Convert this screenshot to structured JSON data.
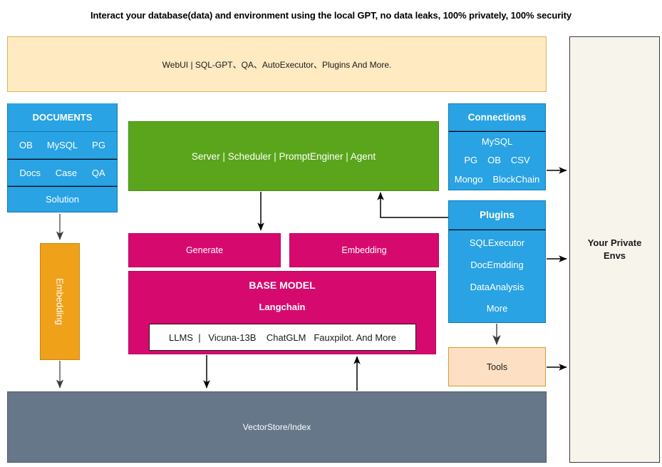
{
  "page": {
    "title": "Interact your database(data) and environment using the local GPT, no data leaks, 100% privately, 100% security"
  },
  "webui": {
    "label": "WebUI | SQL-GPT、QA、AutoExecutor、Plugins And More."
  },
  "private_envs": {
    "line1": "Your Private",
    "line2": "Envs"
  },
  "documents": {
    "header": "DOCUMENTS",
    "row_sources": [
      "OB",
      "MySQL",
      "PG"
    ],
    "row_types": [
      "Docs",
      "Case",
      "QA"
    ],
    "row_solution": "Solution"
  },
  "server": {
    "label": "Server | Scheduler | PromptEnginer | Agent"
  },
  "connections": {
    "header": "Connections",
    "line1": [
      "MySQL"
    ],
    "line2": [
      "PG",
      "OB",
      "CSV"
    ],
    "line3": [
      "Mongo",
      "BlockChain"
    ]
  },
  "plugins": {
    "header": "Plugins",
    "items": [
      "SQLExecutor",
      "DocEmdding",
      "DataAnalysis",
      "More"
    ]
  },
  "pipeline": {
    "generate": "Generate",
    "embedding": "Embedding"
  },
  "base_model": {
    "title": "BASE MODEL",
    "subtitle": "Langchain",
    "llms_prefix": "LLMS  |",
    "llms_items": [
      "Vicuna-13B",
      "ChatGLM",
      "Fauxpilot. And More"
    ]
  },
  "embedding_block": {
    "label": "Embedding"
  },
  "tools": {
    "label": "Tools"
  },
  "vectorstore": {
    "label": "VectorStore/Index"
  },
  "colors": {
    "banner_fill": "#ffeac2",
    "banner_stroke": "#d6b656",
    "blue": "#29a3e3",
    "green": "#5aa51b",
    "pink": "#d60a6e",
    "orange": "#efa11a",
    "tools_fill": "#fde0c4",
    "tools_stroke": "#d79b2b",
    "vectorstore": "#667789",
    "private_envs_fill": "#f7f4ec"
  }
}
